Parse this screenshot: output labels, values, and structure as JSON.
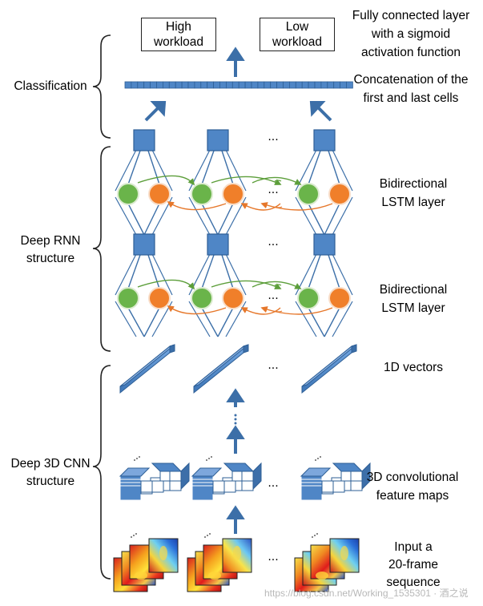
{
  "outputs": {
    "high": "High\nworkload",
    "low": "Low\nworkload"
  },
  "right_labels": {
    "fc_layer": "Fully connected layer\nwith a sigmoid\nactivation function",
    "concat": "Concatenation of the\nfirst and last cells",
    "lstm1": "Bidirectional\nLSTM layer",
    "lstm2": "Bidirectional\nLSTM layer",
    "vectors": "1D vectors",
    "conv_maps": "3D convolutional\nfeature maps",
    "input": "Input a\n20-frame\nsequence"
  },
  "left_labels": {
    "classification": "Classification",
    "rnn": "Deep RNN\nstructure",
    "cnn": "Deep 3D CNN\nstructure"
  },
  "ellipsis": "···",
  "watermark": "https://blog.csdn.net/Working_1535301 · 酒之说",
  "colors": {
    "block_blue": "#4f86c6",
    "block_border": "#2e5f96",
    "arrow_blue": "#3c6fa8",
    "lstm_green": "#6ab44a",
    "lstm_orange": "#f07f2a",
    "conn_green": "#5c9e3a",
    "conn_orange": "#e6772a"
  }
}
